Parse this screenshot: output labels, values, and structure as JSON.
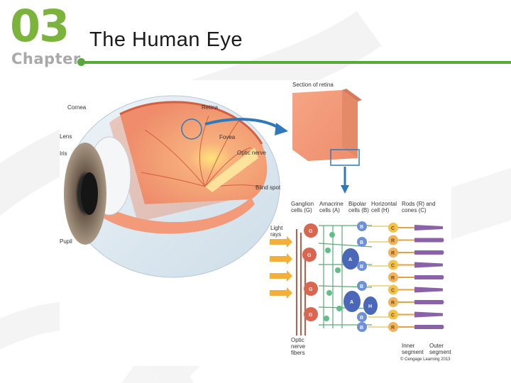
{
  "slide": {
    "chapter_number": "03",
    "chapter_word": "Chapter",
    "title": "The Human Eye"
  },
  "eye_labels": {
    "cornea": "Cornea",
    "lens": "Lens",
    "iris": "Iris",
    "pupil": "Pupil",
    "retina": "Retina",
    "fovea": "Fovea",
    "optic_nerve": "Optic nerve",
    "blind_spot": "Blind spot"
  },
  "retina_labels": {
    "section": "Section of retina",
    "ganglion": "Ganglion\ncells (G)",
    "amacrine": "Amacrine\ncells (A)",
    "bipolar": "Bipolar\ncells (B)",
    "horizontal": "Horizontal\ncell (H)",
    "rods_cones": "Rods (R) and\ncones (C)",
    "light_rays": "Light\nrays",
    "optic_fibers": "Optic\nnerve\nfibers",
    "inner_segment": "Inner\nsegment",
    "outer_segment": "Outer\nsegment",
    "credit": "© Cengage Learning 2013"
  },
  "cell_letters": {
    "g": "G",
    "a": "A",
    "b": "B",
    "h": "H",
    "c": "C",
    "r": "R"
  },
  "colors": {
    "accent_green": "#58a83b",
    "chapter_green": "#7bb33c",
    "arrow_blue": "#2e79bb",
    "retina_salmon": "#f3a07f",
    "ganglion_red": "#d9664f",
    "bipolar_blue": "#4a67b8",
    "rod_purple": "#8b62a8",
    "cone_yellow": "#f2c24a"
  }
}
